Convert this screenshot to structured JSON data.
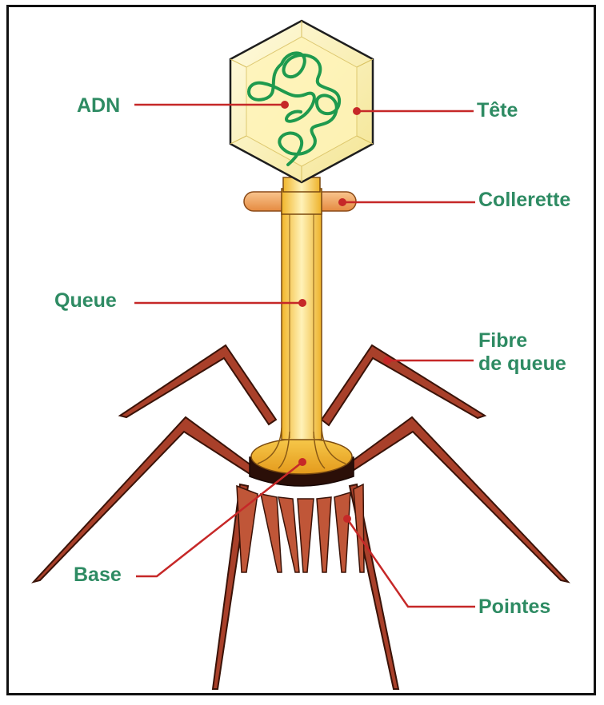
{
  "labels": {
    "adn": "ADN",
    "tete": "Tête",
    "collerette": "Collerette",
    "queue": "Queue",
    "fibre_line1": "Fibre",
    "fibre_line2": "de queue",
    "base": "Base",
    "pointes": "Pointes"
  },
  "colors": {
    "label_text": "#2e8b63",
    "leader_line": "#c62828",
    "head_fill": "#fbf1b0",
    "tail_fill": "#f7c94a",
    "collar_fill": "#f0a060",
    "fiber_fill": "#a9402a",
    "dna_strand": "#1f9a4e",
    "frame": "#111111"
  }
}
